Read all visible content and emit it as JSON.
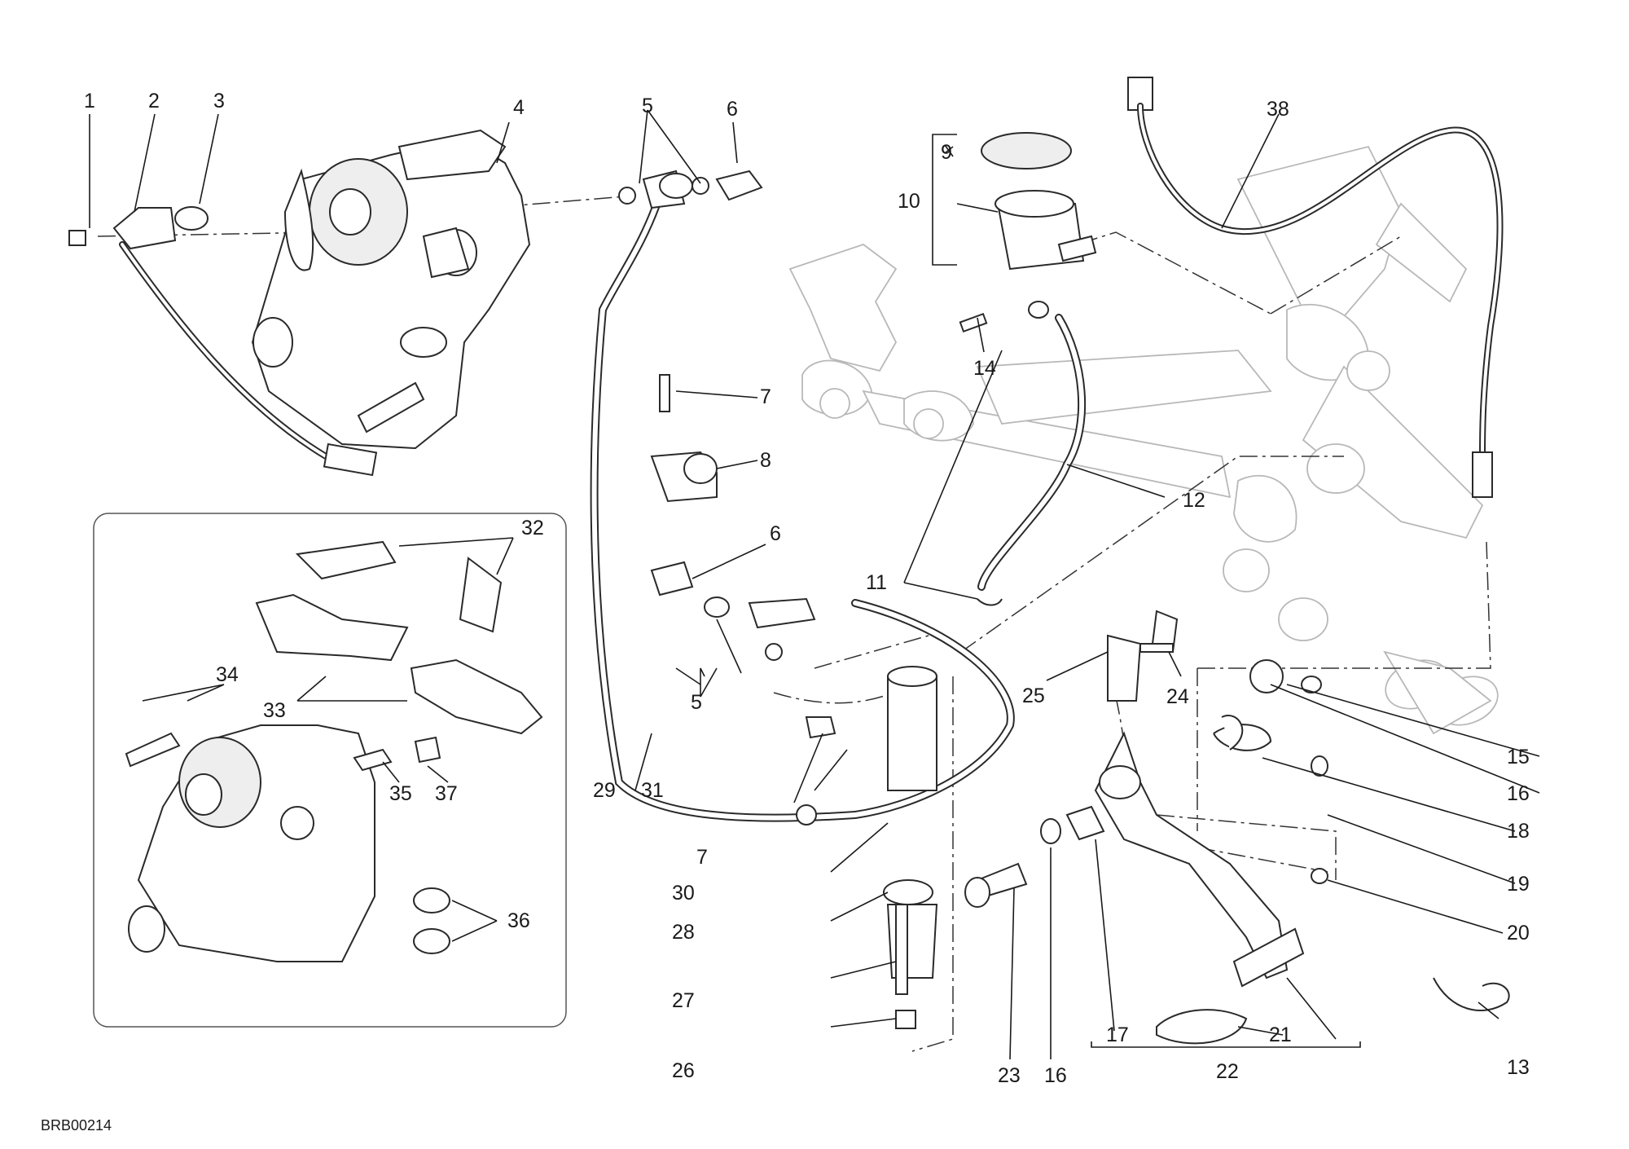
{
  "diagram": {
    "code": "BRB00214",
    "callouts": [
      "1",
      "2",
      "3",
      "4",
      "5",
      "6",
      "7",
      "8",
      "9",
      "10",
      "11",
      "12",
      "13",
      "14",
      "15",
      "16",
      "17",
      "18",
      "19",
      "20",
      "21",
      "22",
      "23",
      "24",
      "25",
      "26",
      "27",
      "28",
      "29",
      "30",
      "31",
      "32",
      "33",
      "34",
      "35",
      "36",
      "37",
      "38"
    ],
    "extra_callouts": {
      "five_b": "5",
      "six_b": "6",
      "seven_b": "7",
      "sixteen_b": "16"
    }
  }
}
